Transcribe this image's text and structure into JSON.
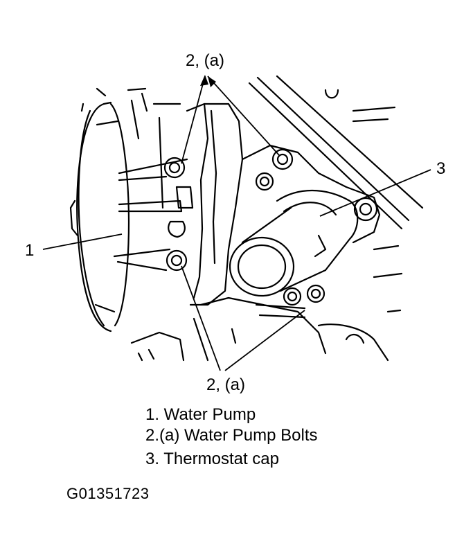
{
  "diagram": {
    "callouts": {
      "bolts_top": "2, (a)",
      "bolts_bottom": "2, (a)",
      "pump": "1",
      "thermostat": "3"
    },
    "legend": [
      "1. Water Pump",
      "2.(a) Water Pump Bolts",
      "3. Thermostat cap"
    ],
    "figure_id": "G01351723"
  }
}
